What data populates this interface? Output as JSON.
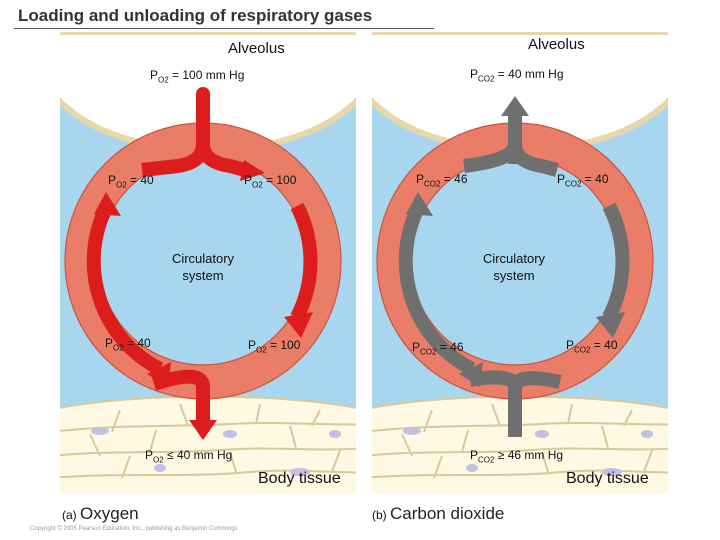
{
  "title": "Loading and unloading of respiratory gases",
  "colors": {
    "background_fluid": "#a7d6ee",
    "alveolus_fill": "#ffffff",
    "alveolus_edge": "#e9d7a9",
    "tissue_cell": "#fff8e2",
    "tissue_nucleus": "#c3c0e6",
    "circulatory_ring": "#e97d67",
    "oxygen_arrow": "#dd1c1c",
    "carbon_dioxide_arrow": "#6f6f6f"
  },
  "panel_a": {
    "alveolus": "Alveolus",
    "alveolus_pressure": {
      "symbol": "P",
      "sub": "O2",
      "value": " = 100 mm Hg"
    },
    "top_left": {
      "symbol": "P",
      "sub": "O2",
      "value": " = 40"
    },
    "top_right": {
      "symbol": "P",
      "sub": "O2",
      "value": " = 100"
    },
    "circ_line1": "Circulatory",
    "circ_line2": "system",
    "bottom_left": {
      "symbol": "P",
      "sub": "O2",
      "value": " = 40"
    },
    "bottom_right": {
      "symbol": "P",
      "sub": "O2",
      "value": " = 100"
    },
    "tissue_pressure": {
      "symbol": "P",
      "sub": "O2",
      "value": " ≤ 40 mm Hg"
    },
    "tissue_label": "Body tissue",
    "caption_letter": "(a)",
    "caption": "Oxygen"
  },
  "panel_b": {
    "alveolus": "Alveolus",
    "alveolus_pressure": {
      "symbol": "P",
      "sub": "CO2",
      "value": " = 40 mm Hg"
    },
    "top_left": {
      "symbol": "P",
      "sub": "CO2",
      "value": " = 46"
    },
    "top_right": {
      "symbol": "P",
      "sub": "CO2",
      "value": " = 40"
    },
    "circ_line1": "Circulatory",
    "circ_line2": "system",
    "bottom_left": {
      "symbol": "P",
      "sub": "CO2",
      "value": " = 46"
    },
    "bottom_right": {
      "symbol": "P",
      "sub": "CO2",
      "value": " = 40"
    },
    "tissue_pressure": {
      "symbol": "P",
      "sub": "CO2",
      "value": " ≥ 46 mm Hg"
    },
    "tissue_label": "Body tissue",
    "caption_letter": "(b)",
    "caption": "Carbon dioxide"
  },
  "copyright": "Copyright © 2005 Pearson Education, Inc., publishing as Benjamin Cummings"
}
